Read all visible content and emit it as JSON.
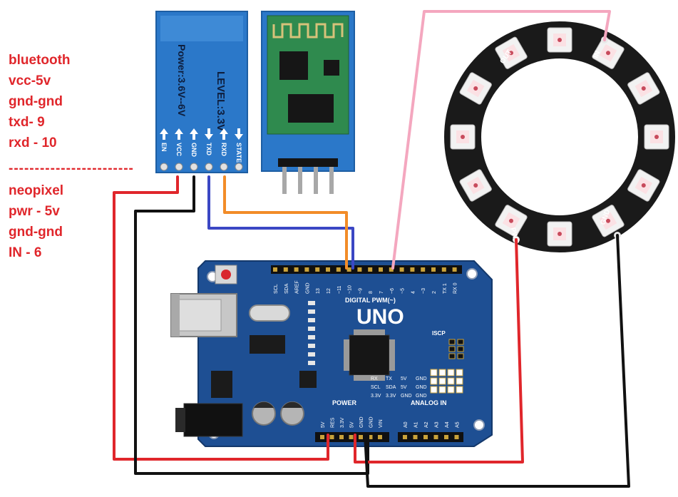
{
  "notes": {
    "bluetooth": [
      "bluetooth",
      "vcc-5v",
      "gnd-gnd",
      "txd- 9",
      "rxd - 10"
    ],
    "separator": "------------------------",
    "neopixel": [
      "neopixel",
      "pwr - 5v",
      "gnd-gnd",
      "IN - 6"
    ]
  },
  "bt_module": {
    "level_label": "LEVEL:3.3V",
    "power_label": "Power:3.6V--6V",
    "pins": [
      "EN",
      "VCC",
      "GND",
      "TXD",
      "RXD",
      "STATE"
    ]
  },
  "neopixel_ring": {
    "labels": [
      "IN",
      "OUT",
      "PWR",
      "GND"
    ],
    "led_count": 12
  },
  "arduino": {
    "board_label": "UNO",
    "digital_label": "DIGITAL PWM(~)",
    "power_label": "POWER",
    "analog_label": "ANALOG IN",
    "icsp_label": "ISCP",
    "digital_pins": [
      "SCL",
      "SDA",
      "AREF",
      "GND",
      "13",
      "12",
      "~11",
      "~10",
      "~9",
      "8",
      "7",
      "~6",
      "~5",
      "4",
      "~3",
      "2",
      "TX 1",
      "RX 0"
    ],
    "power_pins": [
      "5V",
      "RES",
      "3.3V",
      "5V",
      "GND",
      "GND",
      "VIN"
    ],
    "analog_pins": [
      "A0",
      "A1",
      "A2",
      "A3",
      "A4",
      "A5"
    ],
    "header_labels": [
      "RX",
      "TX",
      "5V",
      "GND",
      "SCL",
      "SDA",
      "5V",
      "GND",
      "3.3V",
      "3.3V",
      "GND",
      "GND"
    ]
  },
  "colors": {
    "note_text": "#e0262b",
    "wire_red": "#e0262b",
    "wire_black": "#111111",
    "wire_orange": "#f28c28",
    "wire_blue": "#3b47c4",
    "wire_pink": "#f4a7bf",
    "board_blue": "#1e4f93",
    "bt_blue": "#2b78c9",
    "ring_black": "#1a1a1a"
  }
}
